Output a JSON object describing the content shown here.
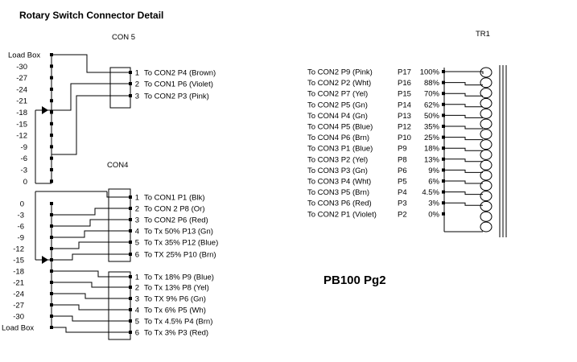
{
  "title": "Rotary Switch Connector Detail",
  "page_label": "PB100 Pg2",
  "tr1_label": "TR1",
  "con5": {
    "label": "CON 5",
    "pins": [
      {
        "num": "1",
        "text": "To CON2 P4 (Brown)"
      },
      {
        "num": "2",
        "text": "To CON1 P6 (Violet)"
      },
      {
        "num": "3",
        "text": "To CON2 P3 (Pink)"
      }
    ]
  },
  "con4": {
    "label": "CON4",
    "pins_a": [
      {
        "num": "1",
        "text": "To CON1 P1 (Blk)"
      },
      {
        "num": "2",
        "text": "To CON 2 P8 (Or)"
      },
      {
        "num": "3",
        "text": "To CON2  P6 (Red)"
      },
      {
        "num": "4",
        "text": "To Tx 50% P13 (Gn)"
      },
      {
        "num": "5",
        "text": "To Tx 35% P12 (Blue)"
      },
      {
        "num": "6",
        "text": "To TX 25% P10 (Brn)"
      }
    ],
    "pins_b": [
      {
        "num": "1",
        "text": "To Tx 18% P9 (Blue)"
      },
      {
        "num": "2",
        "text": "To Tx 13% P8 (Yel)"
      },
      {
        "num": "3",
        "text": "To TX 9% P6 (Gn)"
      },
      {
        "num": "4",
        "text": "To Tx 6% P5 (Wh)"
      },
      {
        "num": "5",
        "text": "To Tx 4.5% P4 (Brn)"
      },
      {
        "num": "6",
        "text": "To Tx 3% P3 (Red)"
      }
    ]
  },
  "switch_upper": {
    "labels": [
      "Load Box",
      "-30",
      "-27",
      "-24",
      "-21",
      "-18",
      "-15",
      "-12",
      "-9",
      "-6",
      "-3",
      "0"
    ]
  },
  "switch_lower": {
    "labels": [
      "0",
      "-3",
      "-6",
      "-9",
      "-12",
      "-15",
      "-18",
      "-21",
      "-24",
      "-27",
      "-30",
      "Load Box"
    ]
  },
  "taps": [
    {
      "dest": "To CON2 P9 (Pink)",
      "pin": "P17",
      "pct": "100%"
    },
    {
      "dest": "To CON2 P2 (Wht)",
      "pin": "P16",
      "pct": "88%"
    },
    {
      "dest": "To CON2 P7 (Yel)",
      "pin": "P15",
      "pct": "70%"
    },
    {
      "dest": "To CON2 P5 (Gn)",
      "pin": "P14",
      "pct": "62%"
    },
    {
      "dest": "To CON4 P4 (Gn)",
      "pin": "P13",
      "pct": "50%"
    },
    {
      "dest": "To CON4 P5 (Blue)",
      "pin": "P12",
      "pct": "35%"
    },
    {
      "dest": "To CON4 P6 (Brn)",
      "pin": "P10",
      "pct": "25%"
    },
    {
      "dest": "To CON3 P1 (Blue)",
      "pin": "P9",
      "pct": "18%"
    },
    {
      "dest": "To CON3 P2 (Yel)",
      "pin": "P8",
      "pct": "13%"
    },
    {
      "dest": "To CON3 P3 (Gn)",
      "pin": "P6",
      "pct": "9%"
    },
    {
      "dest": "To CON3 P4 (Wht)",
      "pin": "P5",
      "pct": "6%"
    },
    {
      "dest": "To CON3 P5 (Brn)",
      "pin": "P4",
      "pct": "4.5%"
    },
    {
      "dest": "To CON3 P6 (Red)",
      "pin": "P3",
      "pct": "3%"
    },
    {
      "dest": "To CON2 P1  (Violet)",
      "pin": "P2",
      "pct": "0%"
    }
  ]
}
